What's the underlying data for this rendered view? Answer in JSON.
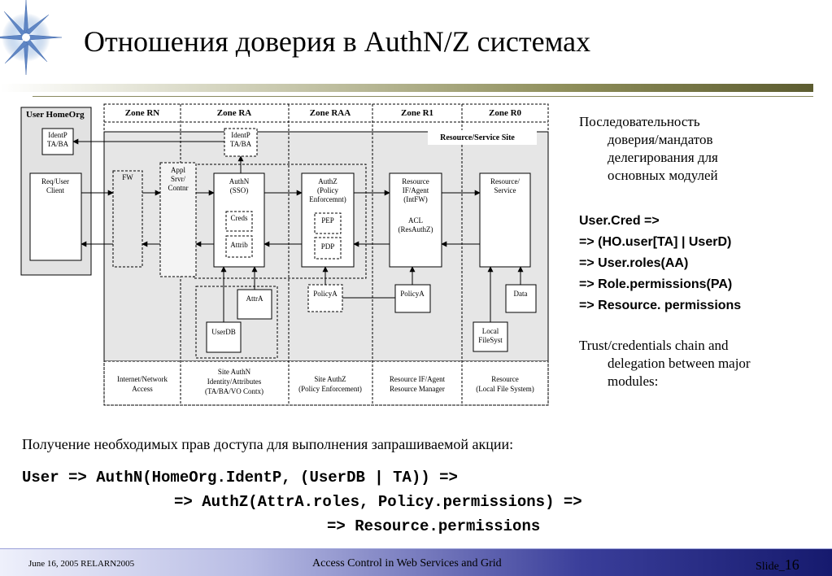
{
  "slide_title": "Отношения доверия в AuthN/Z системах",
  "diagram": {
    "zones": [
      "User HomeOrg",
      "Zone RN",
      "Zone RA",
      "Zone RAA",
      "Zone R1",
      "Zone R0"
    ],
    "site_label": "Resource/Service Site",
    "nodes": {
      "identp_home": [
        "IdentP",
        "TA/BA"
      ],
      "requser": [
        "Req/User",
        "Client"
      ],
      "fw": [
        "FW"
      ],
      "appl": [
        "Appl",
        "Srvr/",
        "Contnr"
      ],
      "identp_ra": [
        "IdentP",
        "TA/BA"
      ],
      "authn": [
        "AuthN",
        "(SSO)"
      ],
      "creds": [
        "Creds"
      ],
      "attrib": [
        "Attrib"
      ],
      "authz": [
        "AuthZ",
        "(Policy",
        "Enforcemnt)"
      ],
      "pep": [
        "PEP"
      ],
      "pdp": [
        "PDP"
      ],
      "resource_if": [
        "Resource",
        "IF/Agent",
        "(IntFW)",
        "",
        "ACL",
        "(ResAuthZ)"
      ],
      "resource_service": [
        "Resource/",
        "Service"
      ],
      "attra": [
        "AttrA"
      ],
      "userdb": [
        "UserDB"
      ],
      "policya1": [
        "PolicyA"
      ],
      "policya2": [
        "PolicyA"
      ],
      "data": [
        "Data"
      ],
      "localfs": [
        "Local",
        "FileSyst"
      ]
    },
    "bottom_labels": [
      [
        "Internet/Network",
        "Access"
      ],
      [
        "Site AuthN",
        "Identity/Attributes",
        "(TA/BA/VO Contx)"
      ],
      [
        "Site AuthZ",
        "(Policy Enforcement)"
      ],
      [
        "Resource IF/Agent",
        "Resource Manager"
      ],
      [
        "Resource",
        "(Local File System)"
      ]
    ]
  },
  "description_ru": [
    "Последовательность",
    "доверия/мандатов",
    "делегирования для",
    "основных модулей"
  ],
  "formula": [
    "User.Cred =>",
    "=> (HO.user[TA] | UserD)",
    "=> User.roles(AA)",
    "=> Role.permissions(PA)",
    "=> Resource. permissions"
  ],
  "description_en": [
    "Trust/credentials chain and",
    "delegation between major",
    "modules:"
  ],
  "caption": "Получение необходимых прав доступа для выполнения запрашиваемой акции:",
  "code": [
    "User => AuthN(HomeOrg.IdentP, (UserDB | TA)) =>",
    "=> AuthZ(AttrA.roles, Policy.permissions) =>",
    "=> Resource.permissions"
  ],
  "footer": {
    "date": "June 16, 2005 RELARN2005",
    "center": "Access Control in Web Services and Grid",
    "slide_label": "Slide_",
    "slide_number": "16"
  }
}
